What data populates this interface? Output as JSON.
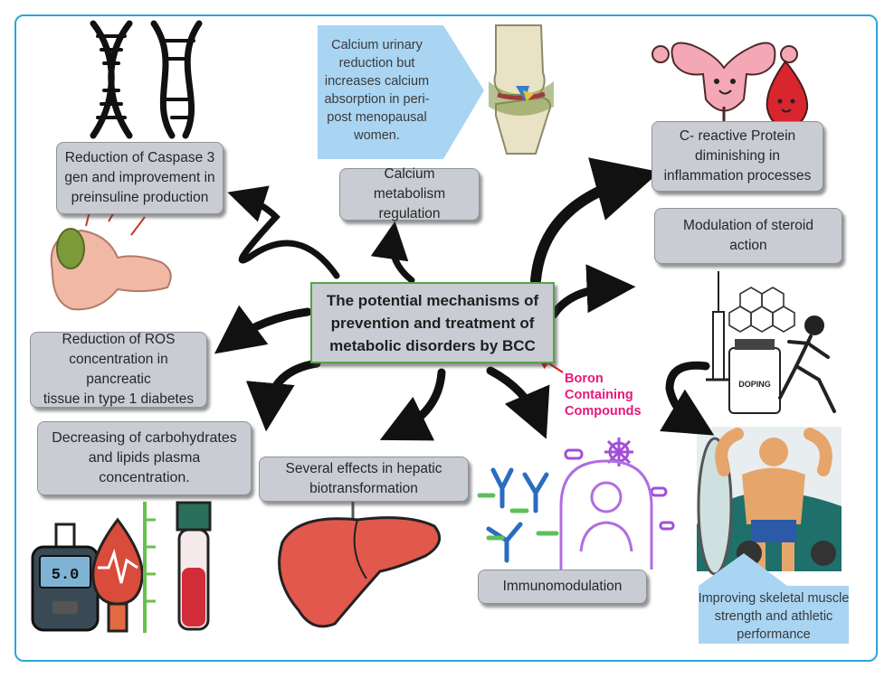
{
  "center": {
    "title": "The potential mechanisms of\nprevention and treatment of\nmetabolic disorders by BCC"
  },
  "abbreviation_label": "Boron\nContaining\nCompounds",
  "boxes": {
    "caspase": "Reduction of Caspase 3\ngen and improvement in\npreinsuline production",
    "calcium_regulation": "Calcium metabolism\nregulation",
    "crp": "C- reactive Protein\ndiminishing in\ninflammation processes",
    "steroid": "Modulation of steroid\naction",
    "ros": "Reduction of ROS\nconcentration in pancreatic\ntissue in type 1 diabetes",
    "carbs": "Decreasing of carbohydrates\nand lipids plasma\nconcentration.",
    "hepatic": "Several effects in hepatic\nbiotransformation",
    "immuno": "Immunomodulation"
  },
  "notes": {
    "calcium_urinary": "Calcium urinary\nreduction but\nincreases calcium\nabsorption in peri-\npost menopausal\nwomen.",
    "muscle": "Improving skeletal muscle\nstrength and athletic\nperformance"
  },
  "glucometer_display": "5.0",
  "doping_label": "DOPING",
  "colors": {
    "frame": "#2aa6d9",
    "box": "#c9cdd3",
    "center_border": "#5aa14a",
    "boron_text": "#e8177c",
    "note_bg": "#a9d5f3",
    "arrow": "#111111"
  },
  "icons": [
    "dna-icon",
    "knee-joint-icon",
    "uterus-icon",
    "blood-drop-icon",
    "pancreas-icon",
    "molecule-icon",
    "syringe-icon",
    "runner-icon",
    "bodybuilder-icon",
    "glucometer-icon",
    "blood-tube-icon",
    "liver-icon",
    "antibody-icon",
    "virus-icon",
    "person-outline-icon"
  ]
}
